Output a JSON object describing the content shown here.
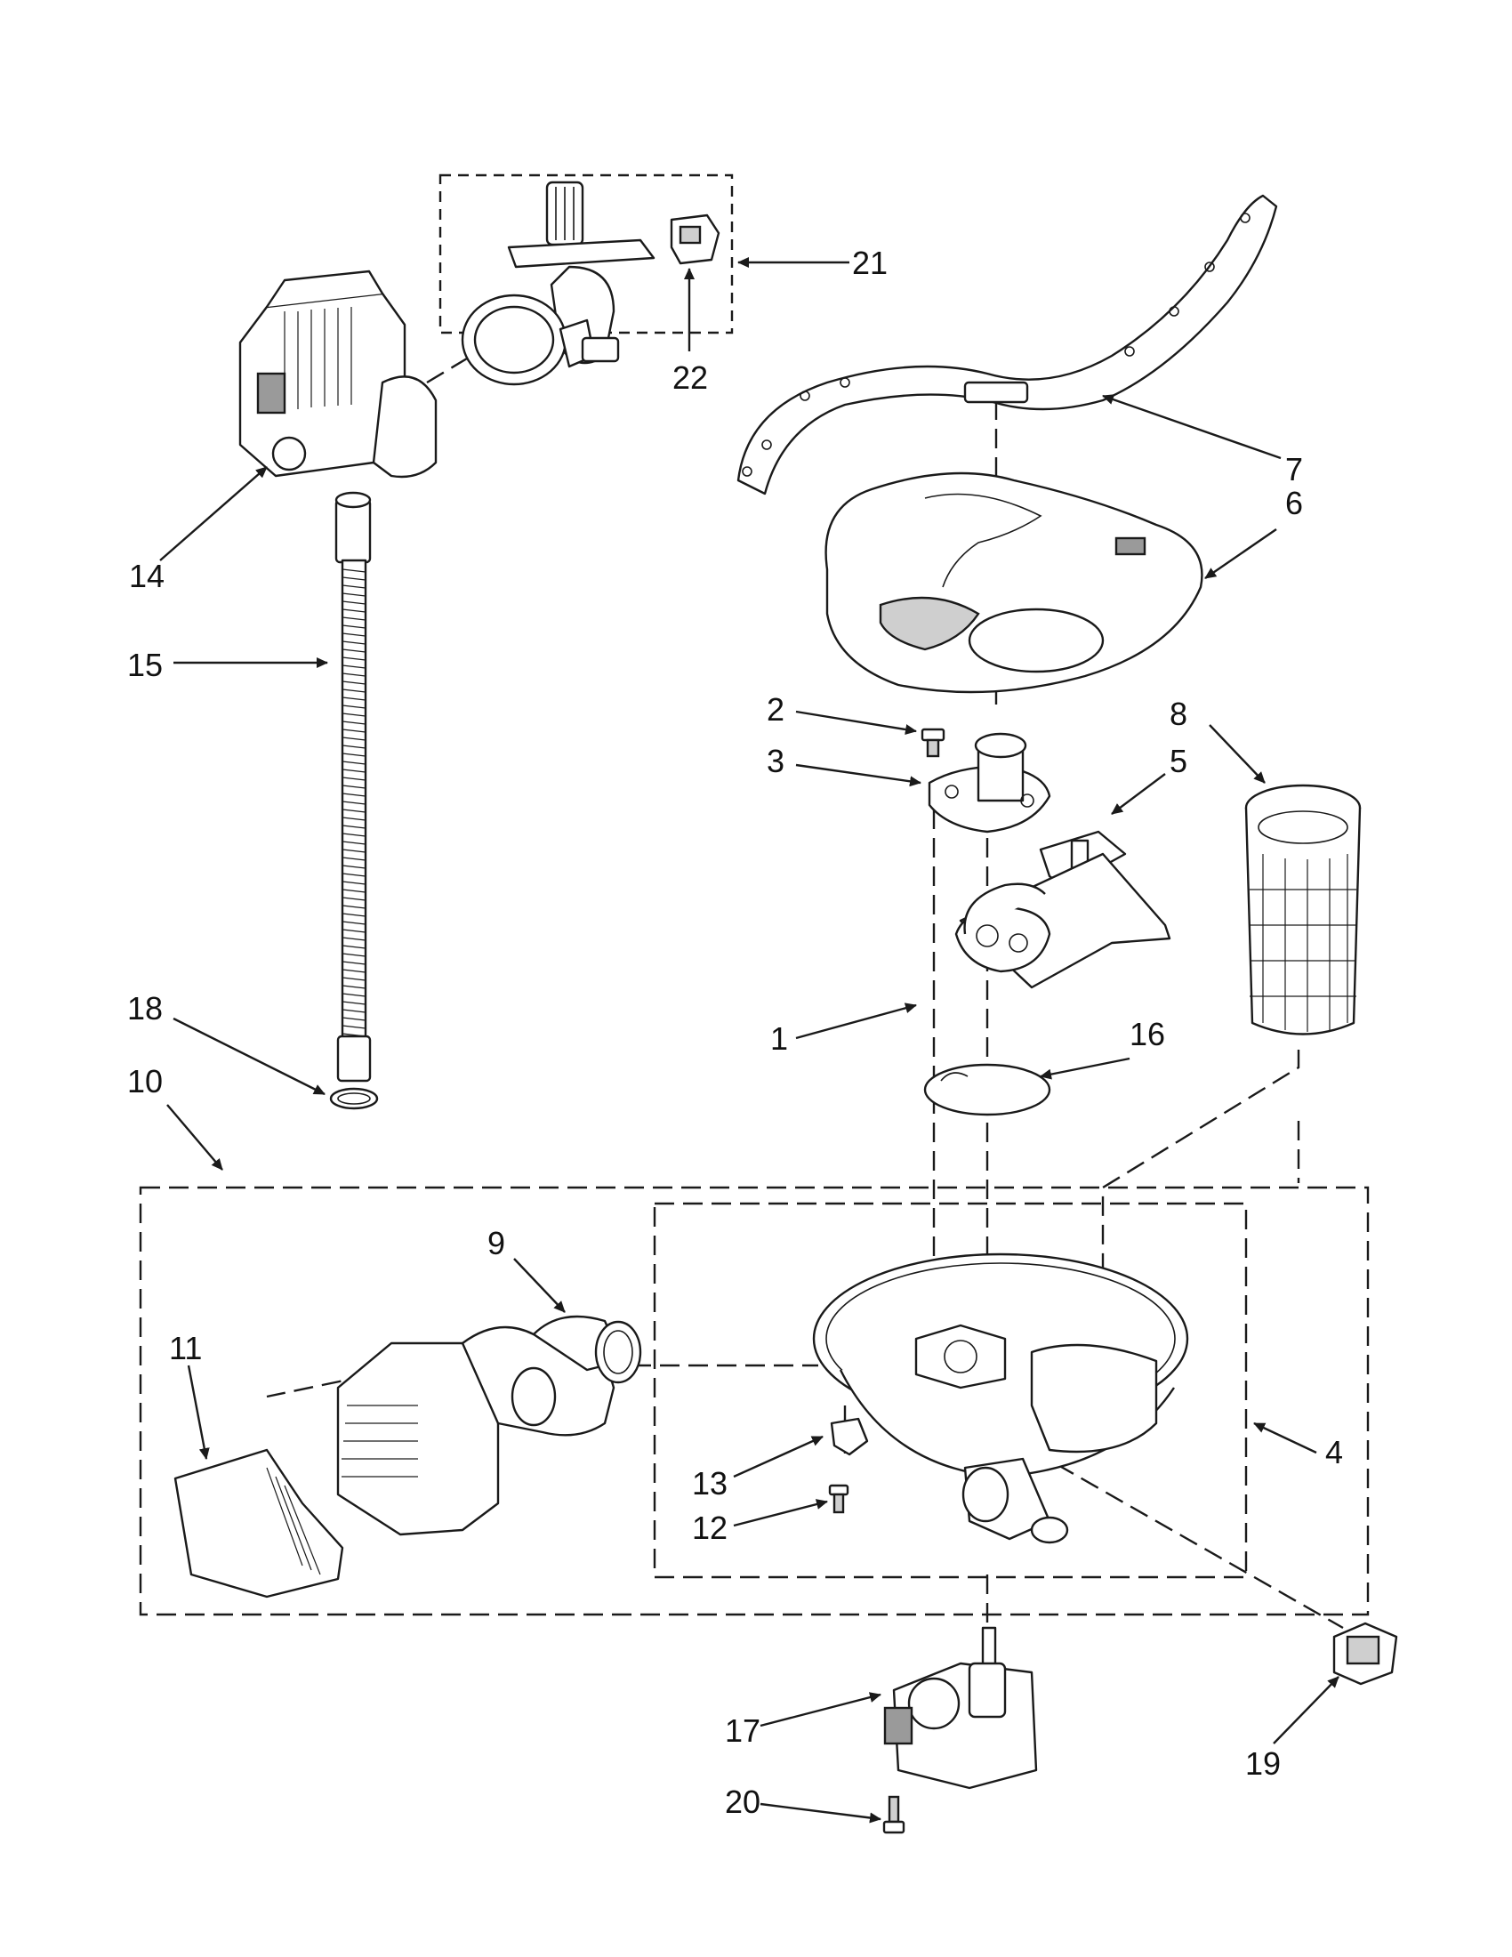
{
  "callouts": {
    "c1": "1",
    "c2": "2",
    "c3": "3",
    "c4": "4",
    "c5": "5",
    "c6": "6",
    "c7": "7",
    "c8": "8",
    "c9": "9",
    "c10": "10",
    "c11": "11",
    "c12": "12",
    "c13": "13",
    "c14": "14",
    "c15": "15",
    "c16": "16",
    "c17": "17",
    "c18": "18",
    "c19": "19",
    "c20": "20",
    "c21": "21",
    "c22": "22"
  },
  "colors": {
    "ink": "#1a1a1a",
    "paper": "#ffffff",
    "shade": "#9a9a9a"
  }
}
